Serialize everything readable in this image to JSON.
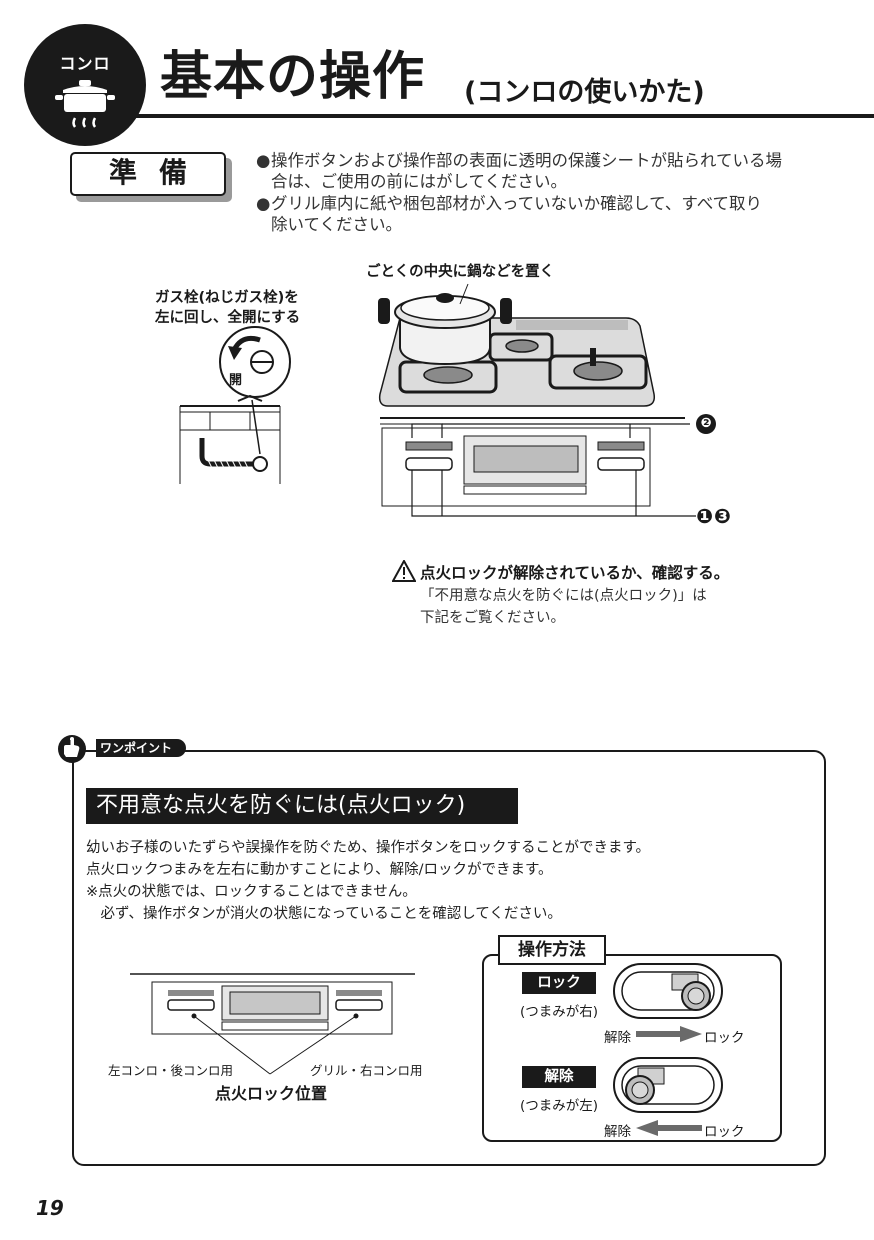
{
  "header": {
    "badge_label": "コンロ",
    "title": "基本の操作",
    "subtitle": "(コンロの使いかた)"
  },
  "preparation": {
    "label": "準備",
    "bullets": [
      [
        "操作ボタンおよび操作部の表面に透明の保護シートが貼られている場",
        "合は、ご使用の前にはがしてください。"
      ],
      [
        "グリル庫内に紙や梱包部材が入っていないか確認して、すべて取り",
        "除いてください。"
      ]
    ],
    "bullet_mark": "●"
  },
  "illustration": {
    "pot_label": "ごとくの中央に鍋などを置く",
    "gas_valve_label": [
      "ガス栓(ねじガス栓)を",
      "左に回し、全開にする"
    ],
    "valve_open_label": "開",
    "step_2": "❷",
    "step_1_3": "❶❸"
  },
  "warning": {
    "title": "点火ロックが解除されているか、確認する。",
    "lines": [
      "「不用意な点火を防ぐには(点火ロック)」は",
      "下記をご覧ください。"
    ]
  },
  "one_point": {
    "tab_label": "ワンポイント",
    "heading": "不用意な点火を防ぐには(点火ロック)",
    "lines": [
      "幼いお子様のいたずらや誤操作を防ぐため、操作ボタンをロックすることができます。",
      "点火ロックつまみを左右に動かすことにより、解除/ロックができます。",
      "※点火の状態では、ロックすることはできません。",
      "　必ず、操作ボタンが消火の状態になっていることを確認してください。"
    ],
    "panel_labels": {
      "left": "左コンロ・後コンロ用",
      "right": "グリル・右コンロ用",
      "position": "点火ロック位置"
    },
    "method": {
      "title": "操作方法",
      "lock": {
        "label": "ロック",
        "sub": "(つまみが右)",
        "from": "解除",
        "to": "ロック"
      },
      "unlock": {
        "label": "解除",
        "sub": "(つまみが左)",
        "from": "解除",
        "to": "ロック"
      }
    }
  },
  "page_number": "19",
  "colors": {
    "ink": "#1a1a1a",
    "gray": "#9a9a9a",
    "panel": "#dcdcdc"
  }
}
